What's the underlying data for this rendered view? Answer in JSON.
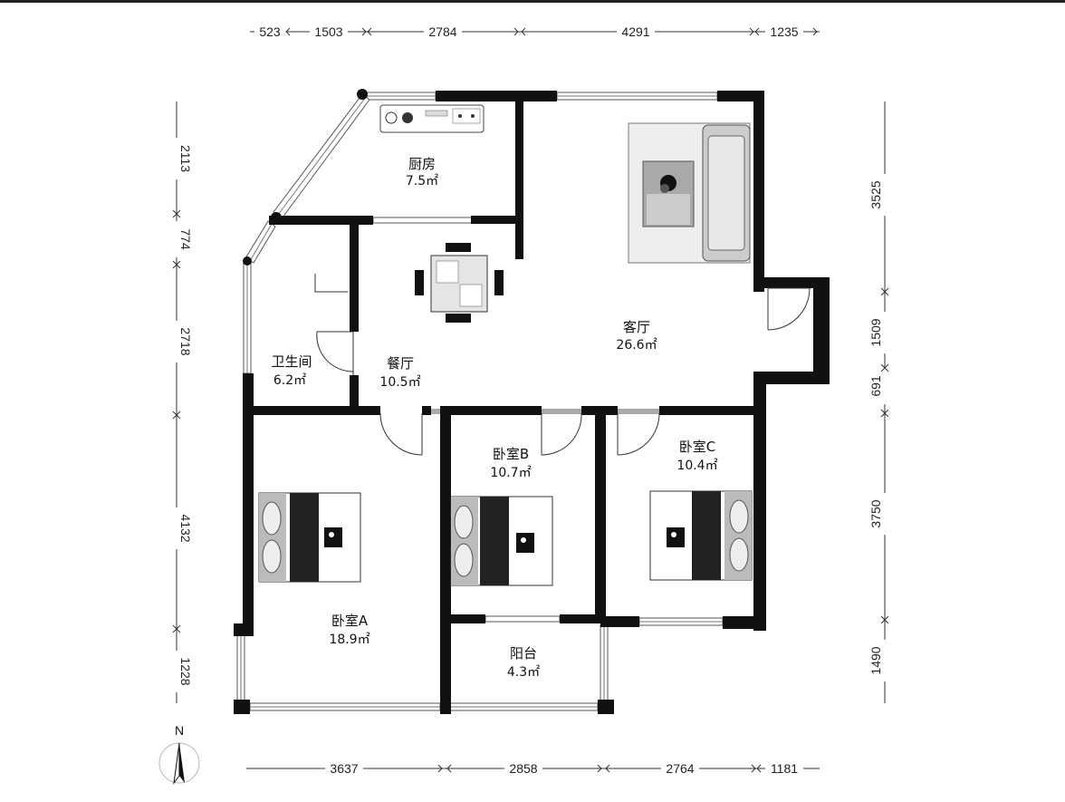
{
  "dimensions": {
    "top": [
      "523",
      "1503",
      "2784",
      "4291",
      "1235"
    ],
    "bottom": [
      "3637",
      "2858",
      "2764",
      "1181"
    ],
    "left": [
      "2113",
      "774",
      "2718",
      "4132",
      "1228"
    ],
    "right": [
      "3525",
      "1509",
      "691",
      "3750",
      "1490"
    ]
  },
  "rooms": {
    "kitchen": {
      "name": "厨房",
      "area": "7.5㎡"
    },
    "living": {
      "name": "客厅",
      "area": "26.6㎡"
    },
    "dining": {
      "name": "餐厅",
      "area": "10.5㎡"
    },
    "bathroom": {
      "name": "卫生间",
      "area": "6.2㎡"
    },
    "bedroom_a": {
      "name": "卧室A",
      "area": "18.9㎡"
    },
    "bedroom_b": {
      "name": "卧室B",
      "area": "10.7㎡"
    },
    "bedroom_c": {
      "name": "卧室C",
      "area": "10.4㎡"
    },
    "balcony": {
      "name": "阳台",
      "area": "4.3㎡"
    }
  },
  "compass": {
    "label": "N"
  },
  "colors": {
    "wall": "#111111",
    "background": "#ffffff"
  }
}
